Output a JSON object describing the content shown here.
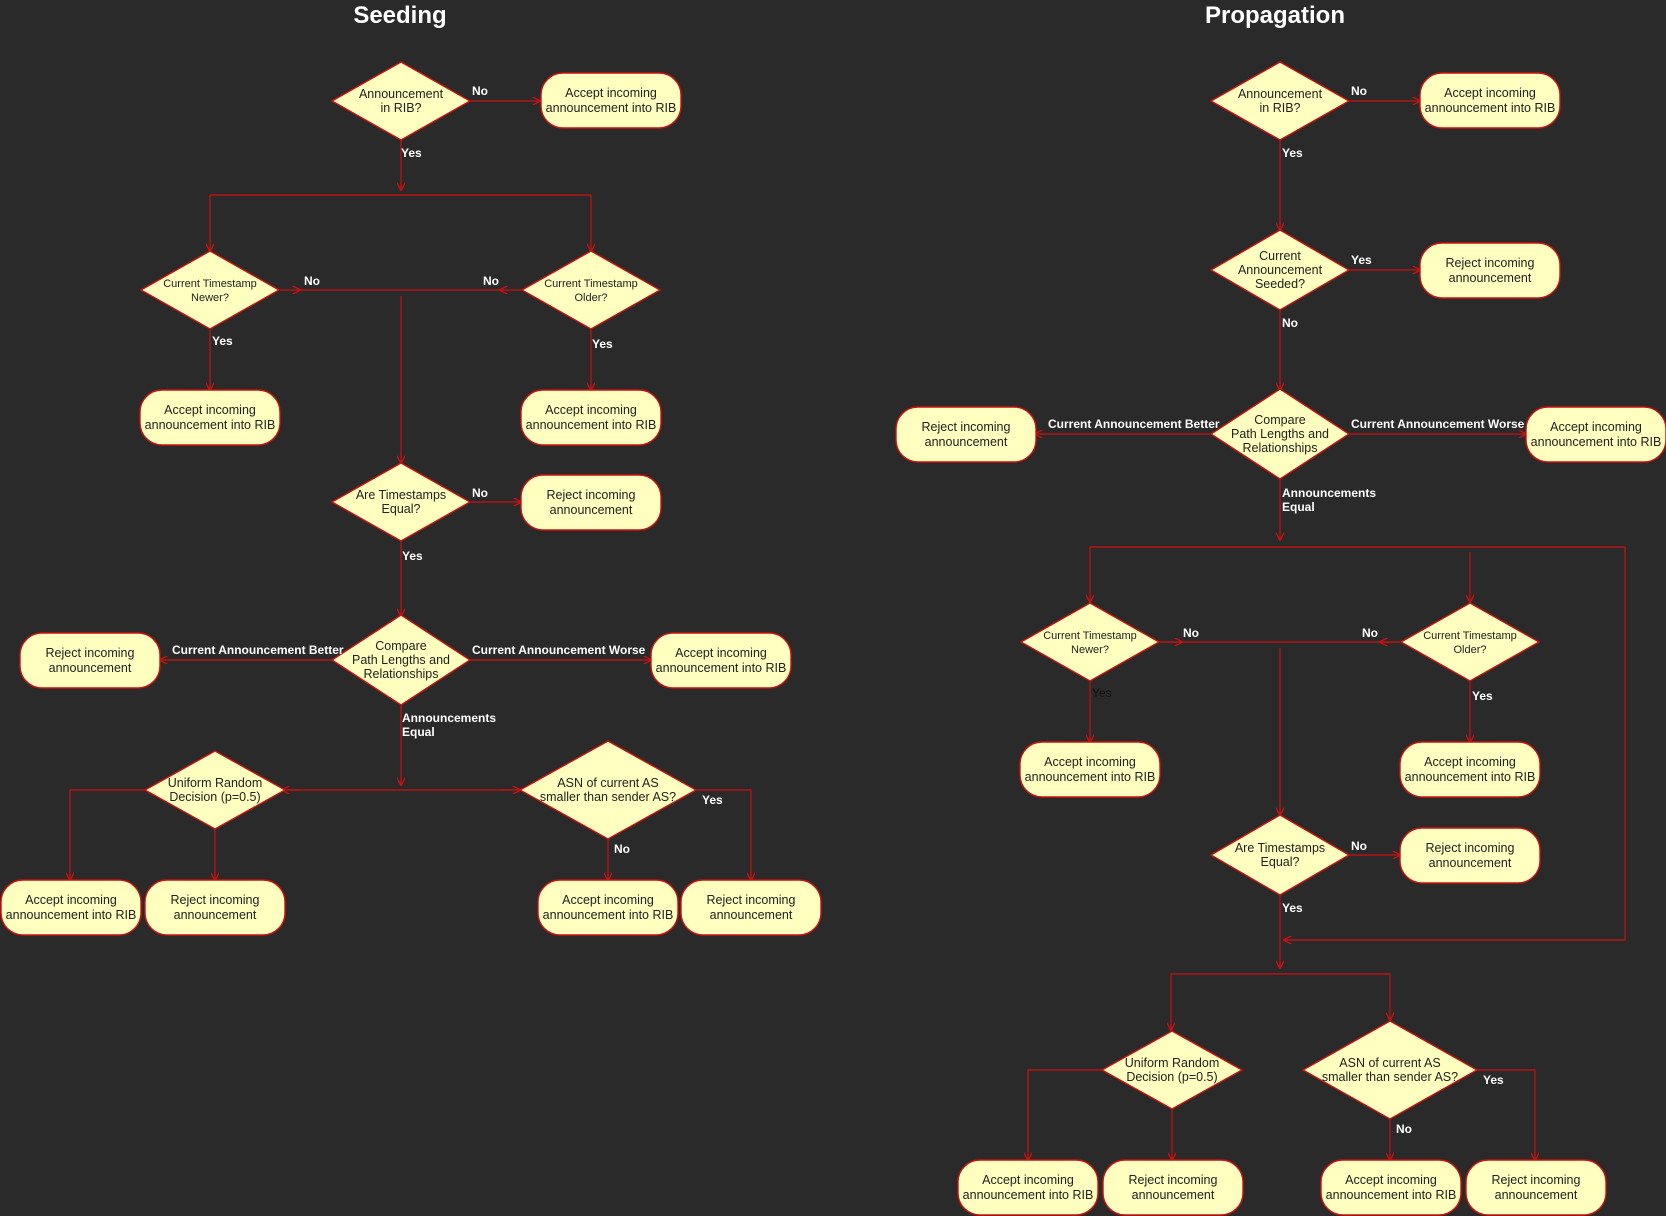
{
  "titles": {
    "seeding": "Seeding",
    "propagation": "Propagation"
  },
  "colors": {
    "background": "#2a2a2a",
    "node_fill": "#ffffc0",
    "stroke": "#cc1111",
    "label": "#ffffff"
  },
  "seeding": {
    "d1": [
      "Announcement",
      "in RIB?"
    ],
    "a1": [
      "Accept incoming",
      "announcement into RIB"
    ],
    "d2": [
      "Current Timestamp",
      "Newer?"
    ],
    "d3": [
      "Current Timestamp",
      "Older?"
    ],
    "a2": [
      "Accept incoming",
      "announcement into RIB"
    ],
    "a3": [
      "Accept incoming",
      "announcement into RIB"
    ],
    "d4": [
      "Are Timestamps",
      "Equal?"
    ],
    "r1": [
      "Reject incoming",
      "announcement"
    ],
    "d5": [
      "Compare",
      "Path Lengths and",
      "Relationships"
    ],
    "r2": [
      "Reject incoming",
      "announcement"
    ],
    "a4": [
      "Accept incoming",
      "announcement into RIB"
    ],
    "d6": [
      "Uniform Random",
      "Decision (p=0.5)"
    ],
    "d7": [
      "ASN of current AS",
      "smaller than sender AS?"
    ],
    "a5": [
      "Accept incoming",
      "announcement into RIB"
    ],
    "r3": [
      "Reject incoming",
      "announcement"
    ],
    "a6": [
      "Accept incoming",
      "announcement into RIB"
    ],
    "r4": [
      "Reject incoming",
      "announcement"
    ],
    "labels": {
      "no": "No",
      "yes": "Yes",
      "better": "Current Announcement Better",
      "worse": "Current Announcement Worse",
      "equal": [
        "Announcements",
        "Equal"
      ]
    }
  },
  "propagation": {
    "d1": [
      "Announcement",
      "in RIB?"
    ],
    "a1": [
      "Accept incoming",
      "announcement into RIB"
    ],
    "d2": [
      "Current",
      "Announcement",
      "Seeded?"
    ],
    "r1": [
      "Reject incoming",
      "announcement"
    ],
    "d3": [
      "Compare",
      "Path Lengths and",
      "Relationships"
    ],
    "r2": [
      "Reject incoming",
      "announcement"
    ],
    "a2": [
      "Accept incoming",
      "announcement into RIB"
    ],
    "d4": [
      "Current Timestamp",
      "Newer?"
    ],
    "d5": [
      "Current Timestamp",
      "Older?"
    ],
    "a3": [
      "Accept incoming",
      "announcement into RIB"
    ],
    "a4": [
      "Accept incoming",
      "announcement into RIB"
    ],
    "d6": [
      "Are Timestamps",
      "Equal?"
    ],
    "r3": [
      "Reject incoming",
      "announcement"
    ],
    "d7": [
      "Uniform Random",
      "Decision (p=0.5)"
    ],
    "d8": [
      "ASN of current AS",
      "smaller than sender AS?"
    ],
    "a5": [
      "Accept incoming",
      "announcement into RIB"
    ],
    "r4": [
      "Reject incoming",
      "announcement"
    ],
    "a6": [
      "Accept incoming",
      "announcement into RIB"
    ],
    "r5": [
      "Reject incoming",
      "announcement"
    ],
    "labels": {
      "no": "No",
      "yes": "Yes",
      "better": "Current Announcement Better",
      "worse": "Current Announcement Worse",
      "equal": [
        "Announcements",
        "Equal"
      ]
    }
  }
}
